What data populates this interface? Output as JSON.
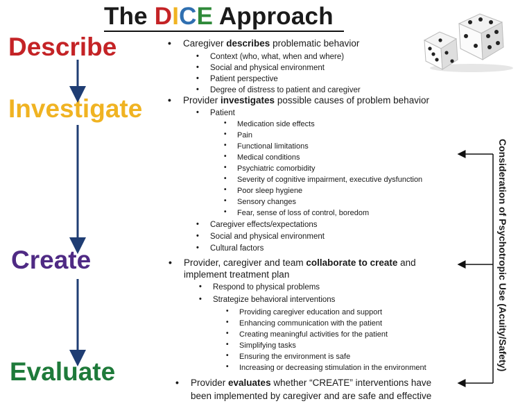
{
  "title": {
    "prefix": "The ",
    "letters": [
      {
        "char": "D",
        "color": "#c42326"
      },
      {
        "char": "I",
        "color": "#f0b322"
      },
      {
        "char": "C",
        "color": "#2f6fb0"
      },
      {
        "char": "E",
        "color": "#2f8a3a"
      }
    ],
    "suffix": " Approach"
  },
  "stages": {
    "describe": "Describe",
    "investigate": "Investigate",
    "create": "Create",
    "evaluate": "Evaluate"
  },
  "colors": {
    "describe": "#c42326",
    "investigate": "#f0b322",
    "create": "#4f2a84",
    "evaluate": "#1e7a3a",
    "flow_arrow": "#1f3d73"
  },
  "bullets": {
    "describe": {
      "a": "Caregiver ",
      "b": "describes",
      "c": " problematic behavior"
    },
    "context": "Context (who, what, when and where)",
    "social_env_1": "Social and physical environment",
    "patient_perspective": "Patient perspective",
    "distress": "Degree of distress to patient and caregiver",
    "investigate": {
      "a": "Provider ",
      "b": "investigates",
      "c": " possible causes of problem behavior"
    },
    "patient": "Patient",
    "medication": "Medication side effects",
    "pain": "Pain",
    "functional": "Functional limitations",
    "medical": "Medical conditions",
    "psychiatric": "Psychiatric comorbidity",
    "severity": "Severity of cognitive impairment,  executive dysfunction",
    "sleep": "Poor sleep hygiene",
    "sensory": "Sensory changes",
    "fear": "Fear, sense of loss of control,  boredom",
    "caregiver_effects": "Caregiver effects/expectations",
    "social_env_2": "Social and physical environment",
    "cultural": "Cultural factors",
    "create_1": {
      "a": "Provider, caregiver and team ",
      "b": "collaborate to create",
      "c": " and"
    },
    "create_2": "implement treatment plan",
    "respond": "Respond to physical problems",
    "strategize": "Strategize behavioral interventions",
    "providing": "Providing caregiver education and support",
    "enhancing": "Enhancing communication  with the patient",
    "creating": "Creating meaningful activities for the patient",
    "simplifying": "Simplifying tasks",
    "ensuring": "Ensuring the  environment  is safe",
    "increasing": "Increasing or decreasing stimulation in the environment",
    "evaluate_1": {
      "a": "Provider ",
      "b": "evaluates",
      "c": " whether “CREATE” interventions have"
    },
    "evaluate_2": "been implemented by caregiver and are safe and effective"
  },
  "side_label": "Consideration  of Psychotropic Use (Acuity/Safety)",
  "icons": {
    "dice": "dice-icon",
    "bullet": "bullet-dot"
  }
}
